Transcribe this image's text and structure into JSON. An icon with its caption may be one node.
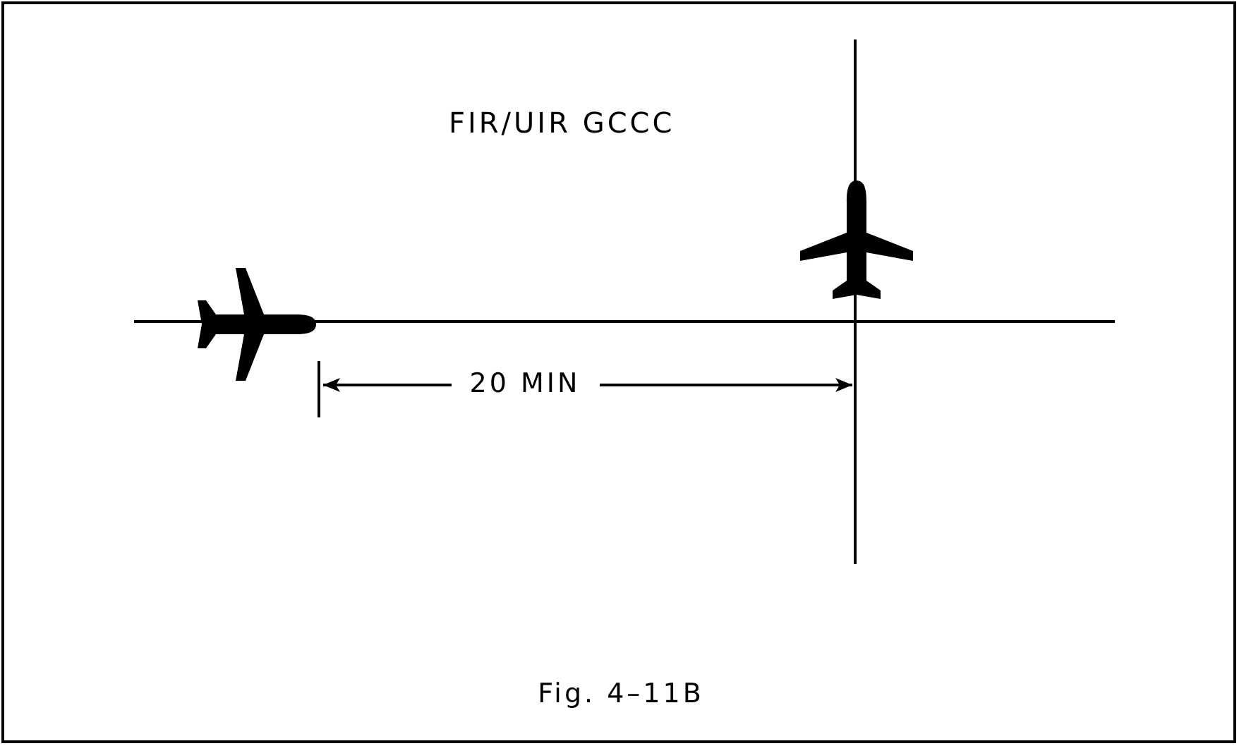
{
  "diagram": {
    "caption": "Fig. 4–11B",
    "labels": [
      "FIR/UIR GCCC",
      "20 MIN"
    ]
  }
}
